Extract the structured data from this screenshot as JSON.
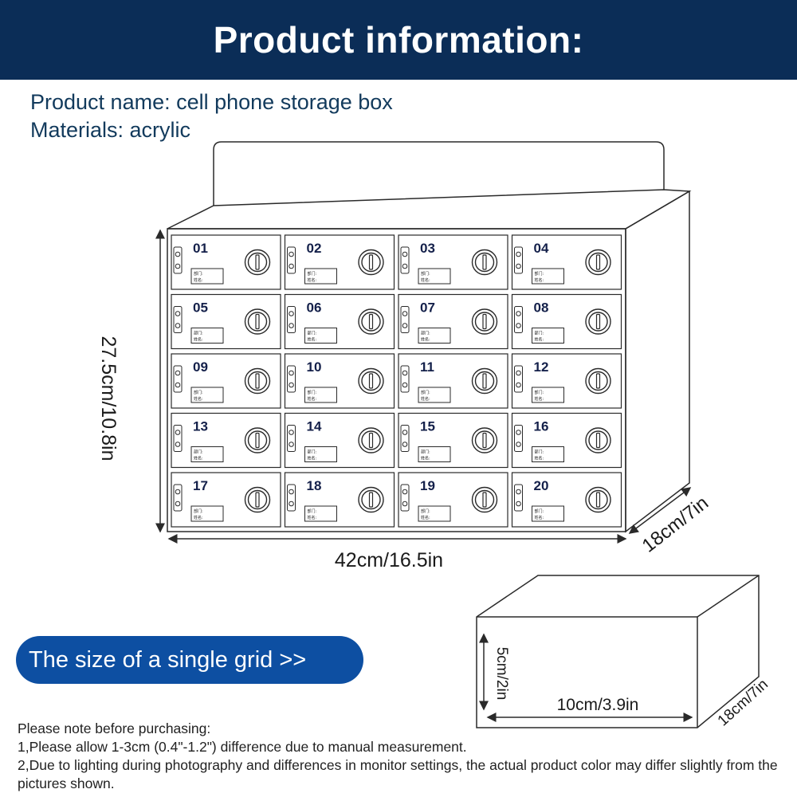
{
  "banner": {
    "title": "Product information:",
    "background": "#0b2d57"
  },
  "info": {
    "name_line": "Product name: cell phone storage box",
    "material_line": "Materials: acrylic"
  },
  "cabinet": {
    "height_label": "27.5cm/10.8in",
    "width_label": "42cm/16.5in",
    "depth_label": "18cm/7in",
    "compartments": [
      {
        "number": "01"
      },
      {
        "number": "02"
      },
      {
        "number": "03"
      },
      {
        "number": "04"
      },
      {
        "number": "05"
      },
      {
        "number": "06"
      },
      {
        "number": "07"
      },
      {
        "number": "08"
      },
      {
        "number": "09"
      },
      {
        "number": "10"
      },
      {
        "number": "11"
      },
      {
        "number": "12"
      },
      {
        "number": "13"
      },
      {
        "number": "14"
      },
      {
        "number": "15"
      },
      {
        "number": "16"
      },
      {
        "number": "17"
      },
      {
        "number": "18"
      },
      {
        "number": "19"
      },
      {
        "number": "20"
      }
    ],
    "tag_line_1": "部门:",
    "tag_line_2": "姓名:"
  },
  "single_grid": {
    "button_label": "The size of a single grid  >>",
    "button_color": "#0d4fa2",
    "height_label": "5cm/2in",
    "width_label": "10cm/3.9in",
    "depth_label": "18cm/7in"
  },
  "notes": {
    "heading": "Please note before purchasing:",
    "item1": "1,Please allow 1-3cm (0.4\"-1.2\") difference due to manual measurement.",
    "item2": "2,Due to lighting during photography and differences in monitor settings, the actual product color may differ slightly from the pictures shown."
  }
}
